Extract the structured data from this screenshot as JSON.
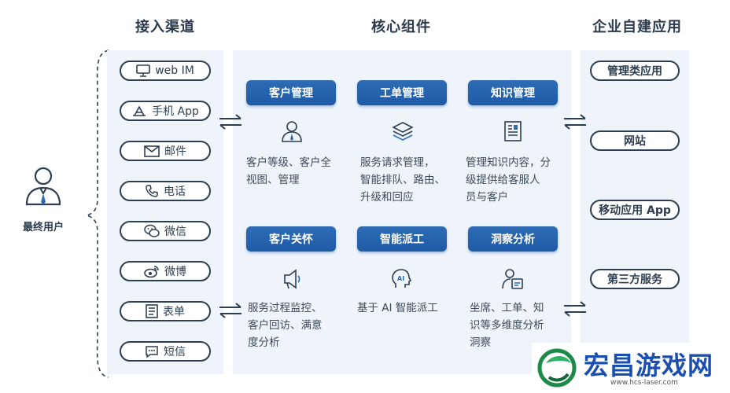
{
  "titles": {
    "channels": "接入渠道",
    "core": "核心组件",
    "apps": "企业自建应用"
  },
  "user": {
    "label": "最终用户"
  },
  "channels": [
    {
      "label": "web IM",
      "icon": "monitor-icon"
    },
    {
      "label": "手机 App",
      "icon": "app-store-icon"
    },
    {
      "label": "邮件",
      "icon": "mail-icon"
    },
    {
      "label": "电话",
      "icon": "phone-icon"
    },
    {
      "label": "微信",
      "icon": "wechat-icon"
    },
    {
      "label": "微博",
      "icon": "weibo-icon"
    },
    {
      "label": "表单",
      "icon": "form-icon"
    },
    {
      "label": "短信",
      "icon": "sms-icon"
    }
  ],
  "components": [
    {
      "title": "客户管理",
      "icon": "user-icon",
      "desc": [
        "客户等级、客户全",
        "视图、管理"
      ]
    },
    {
      "title": "工单管理",
      "icon": "layers-icon",
      "desc": [
        "服务请求管理，",
        "智能排队、路由、",
        "升级和回应"
      ]
    },
    {
      "title": "知识管理",
      "icon": "document-icon",
      "desc": [
        "管理知识内容，分",
        "级提供给客服人",
        "员与客户"
      ]
    },
    {
      "title": "客户关怀",
      "icon": "megaphone-icon",
      "desc": [
        "服务过程监控、",
        "客户回访、满意",
        "度分析"
      ]
    },
    {
      "title": "智能派工",
      "icon": "ai-head-icon",
      "desc": [
        "基于 AI 智能派工"
      ]
    },
    {
      "title": "洞察分析",
      "icon": "analytics-user-icon",
      "desc": [
        "坐席、工单、知",
        "识等多维度分析",
        "洞察"
      ]
    }
  ],
  "apps": [
    {
      "label": "管理类应用"
    },
    {
      "label": "网站"
    },
    {
      "label": "移动应用 App"
    },
    {
      "label": "第三方服务"
    }
  ],
  "watermark": {
    "brand": "宏昌游戏网",
    "url": "www.hcs-laser.com"
  }
}
